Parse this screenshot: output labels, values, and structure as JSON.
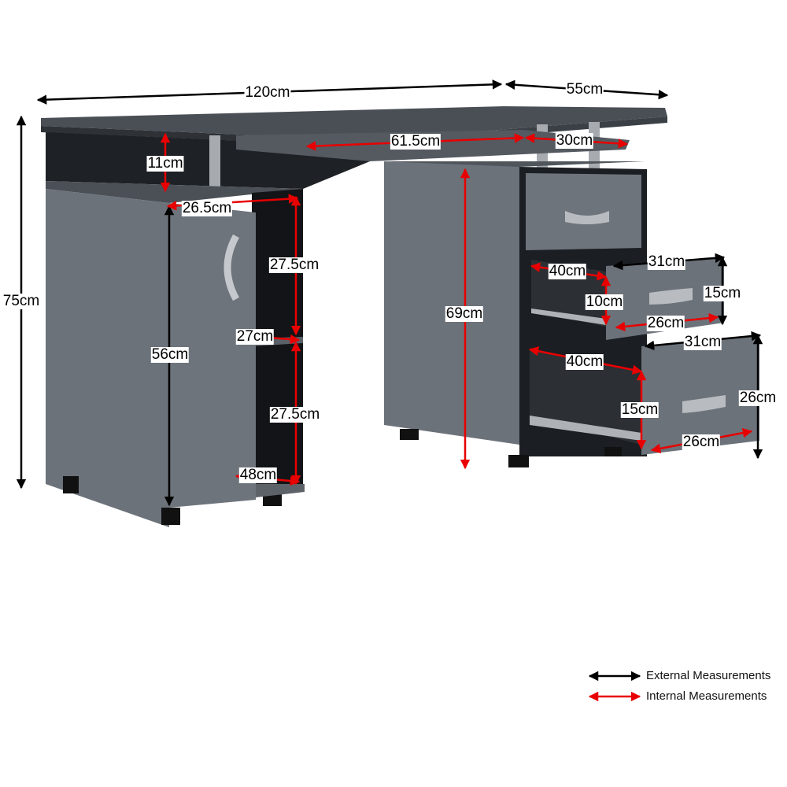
{
  "colors": {
    "external": "#000000",
    "internal": "#e80000",
    "desk_front": "#6e747c",
    "desk_side": "#5a6068",
    "desk_dark": "#23262b",
    "handle": "#b8bcc0"
  },
  "dimensions": {
    "overall_width": "120cm",
    "overall_depth": "55cm",
    "overall_height": "75cm",
    "shelf_gap": "11cm",
    "keyboard_width": "61.5cm",
    "keyboard_depth": "30cm",
    "cabinet_width": "26.5cm",
    "shelf_upper": "27.5cm",
    "shelf_depth": "27cm",
    "door_height": "56cm",
    "shelf_lower": "27.5cm",
    "cabinet_depth": "48cm",
    "pedestal_height": "69cm",
    "drawer1_depth": "40cm",
    "drawer1_inner_height": "10cm",
    "drawer1_width": "31cm",
    "drawer1_height": "15cm",
    "drawer1_inner_width": "26cm",
    "drawer2_depth": "40cm",
    "drawer2_inner_height": "15cm",
    "drawer2_width": "31cm",
    "drawer2_height": "26cm",
    "drawer2_inner_width": "26cm"
  },
  "legend": {
    "external": "External Measurements",
    "internal": "Internal Measurements"
  }
}
